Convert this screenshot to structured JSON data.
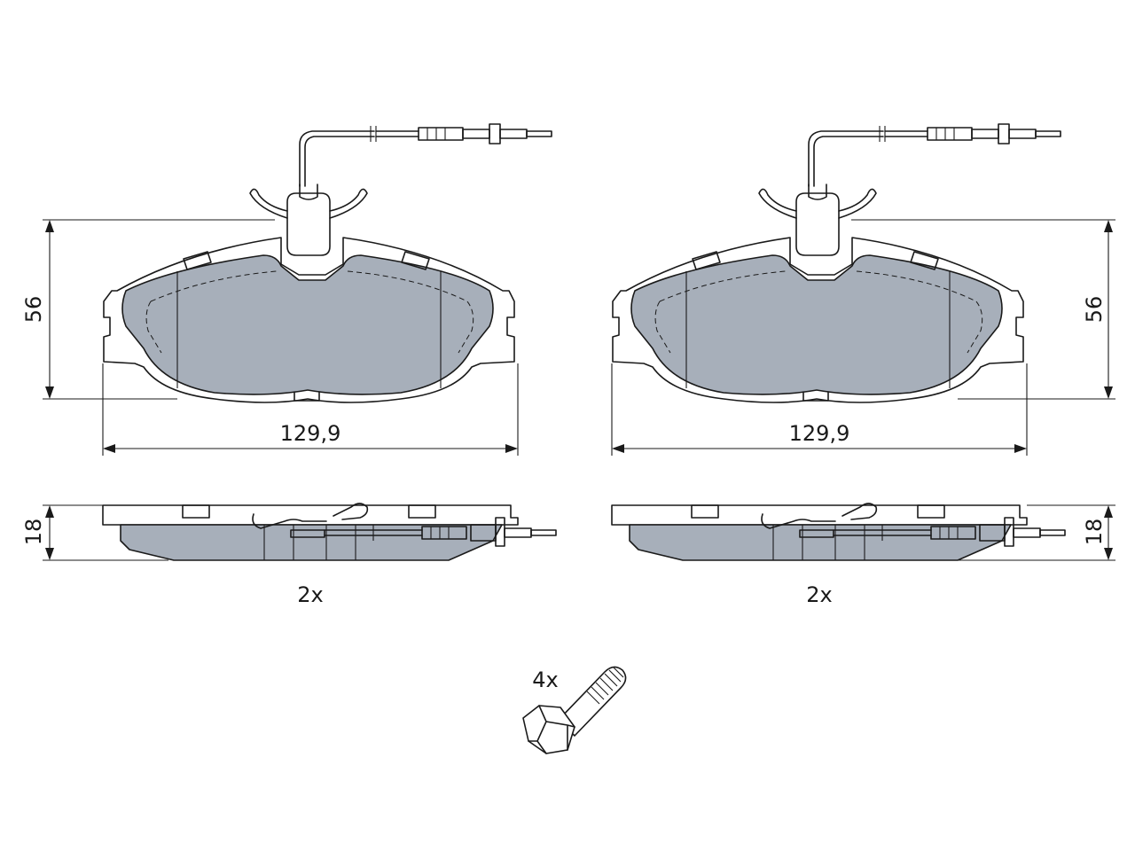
{
  "dimensions": {
    "height_left": "56",
    "height_right": "56",
    "width_left": "129,9",
    "width_right": "129,9",
    "thickness_left": "18",
    "thickness_right": "18"
  },
  "quantities": {
    "pad_left": "2x",
    "pad_right": "2x",
    "bolt": "4x"
  },
  "colors": {
    "friction_material": "#a7afba",
    "outline": "#1a1a1a",
    "background": "#ffffff"
  }
}
